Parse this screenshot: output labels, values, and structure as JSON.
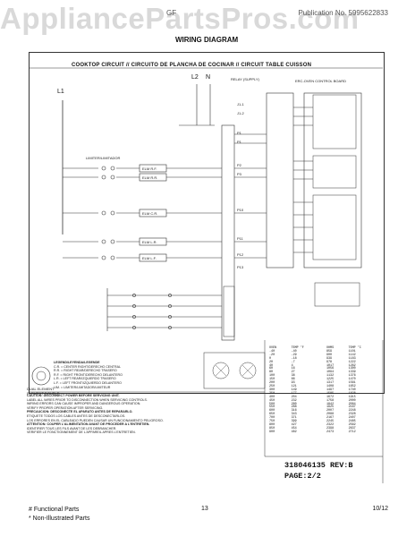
{
  "watermark": "AppliancePartsPros.com",
  "header": {
    "left": "GF",
    "right": "Publication No. 5995622833"
  },
  "title": "WIRING DIAGRAM",
  "section_title": "COOKTOP CIRCUIT // CIRCUITO DE PLANCHA DE COCINAR // CIRCUIT TABLE CUISSON",
  "labels": {
    "l2": "L2",
    "n": "N",
    "l1": "L1",
    "relay": "RELAY (SUPPLY)",
    "erc": "ERC-OVEN CONTROL BOARD",
    "limiter": "LIMITER/LIMITADOR",
    "dual_element": "DUAL ELEMENT",
    "element_lf": "ELEMENT DOUBLE",
    "legend_title": "LEGEND/LEYENDA/LEGENDE"
  },
  "legend_lines": [
    "C.R. = CENTER RIGHT/DERECHO CENTRAL",
    "R.R. = RIGHT REAR/DERECHO TRASERO",
    "R.F. = RIGHT FRONT/DERECHO DELANTERO",
    "L.R. = LEFT REAR/IZQUIERDO TRASERO",
    "L.F. = LEFT FRONT/IZQUIERDO DELANTERO",
    "LIM. = LIMITER/LIMITADOR/LIMITEUR"
  ],
  "warning_lines": [
    "CAUTION: DISCONNECT POWER BEFORE SERVICING UNIT.",
    "LABEL ALL WIRES PRIOR TO DISCONNECTION WHEN SERVICING CONTROLS.",
    "WIRING ERRORS CAN CAUSE IMPROPER AND DANGEROUS OPERATION.",
    "VERIFY PROPER OPERATION AFTER SERVICING.",
    "PRECAUCION: DESCONECTE EL APARATO ANTES DE REPARARLO.",
    "ETIQUETE TODOS LOS CABLES ANTES DE DESCONECTARLOS.",
    "LOS ERRORES EN EL CABLEADO PUEDEN CAUSAR UN FUNCIONAMIENTO PELIGROSO.",
    "ATTENTION: COUPER L'ALIMENTATION AVANT DE PROCEDER A L'ENTRETIEN.",
    "IDENTIFIER TOUS LES FILS AVANT DE LES DEBRANCHER.",
    "VERIFIER LE FONCTIONNEMENT DE L'APPAREIL APRES L'ENTRETIEN."
  ],
  "part_number": "318046135 REV:B",
  "page_ref": "PAGE:2/2",
  "footer": {
    "left_1": "# Functional Parts",
    "left_2": "* Non-Illustrated Parts",
    "page": "13",
    "date": "10/12"
  },
  "table": {
    "headers": [
      "OVEN",
      "TEMP °F",
      "OHMS",
      "TEMP °C"
    ],
    "rows": [
      [
        "-40",
        "-40",
        "859",
        "1101"
      ],
      [
        "-20",
        "-29",
        "900",
        "1142"
      ],
      [
        "0",
        "-18",
        "939",
        "1183"
      ],
      [
        "20",
        "-7",
        "978",
        "1222"
      ],
      [
        "40",
        "4",
        "1017",
        "1262"
      ],
      [
        "60",
        "16",
        "1056",
        "1300"
      ],
      [
        "80",
        "27",
        "1094",
        "1339"
      ],
      [
        "100",
        "38",
        "1132",
        "1376"
      ],
      [
        "150",
        "66",
        "1225",
        "1470"
      ],
      [
        "200",
        "93",
        "1317",
        "1561"
      ],
      [
        "250",
        "121",
        "1408",
        "1652"
      ],
      [
        "300",
        "149",
        "1497",
        "1740"
      ],
      [
        "350",
        "177",
        "1585",
        "1828"
      ],
      [
        "400",
        "204",
        "1672",
        "1915"
      ],
      [
        "450",
        "232",
        "1758",
        "2000"
      ],
      [
        "500",
        "260",
        "1842",
        "2084"
      ],
      [
        "550",
        "288",
        "1925",
        "2167"
      ],
      [
        "600",
        "316",
        "2007",
        "2248"
      ],
      [
        "650",
        "343",
        "2088",
        "2328"
      ],
      [
        "700",
        "371",
        "2167",
        "2407"
      ],
      [
        "750",
        "399",
        "2245",
        "2485"
      ],
      [
        "800",
        "427",
        "2322",
        "2562"
      ],
      [
        "850",
        "454",
        "2398",
        "2637"
      ],
      [
        "900",
        "482",
        "2473",
        "2712"
      ]
    ]
  },
  "j_rows": [
    "J1-1",
    "J1-2",
    "P1",
    "P1",
    "P2",
    "P3",
    "P10",
    "P11",
    "P12",
    "P13"
  ],
  "element_labels": [
    "ELM R.F.",
    "ELM R.R.",
    "ELM C.R.",
    "ELM L.R.",
    "ELM L.F."
  ]
}
